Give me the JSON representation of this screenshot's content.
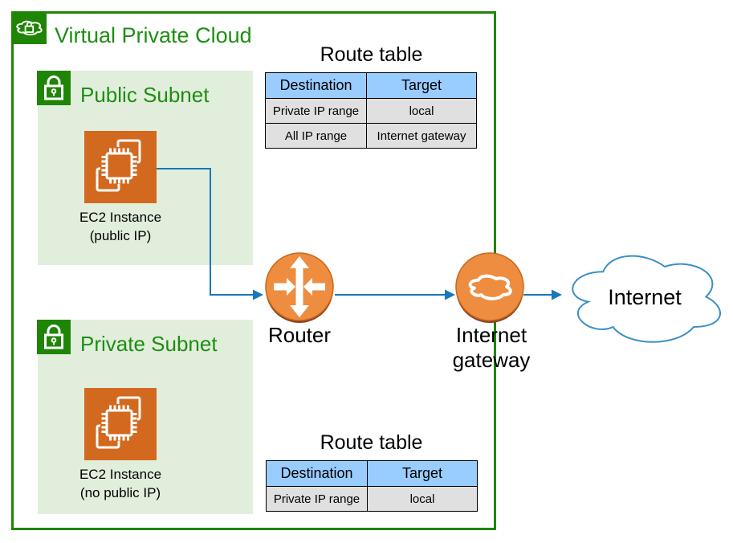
{
  "diagram": {
    "vpc_title": "Virtual Private Cloud",
    "public_subnet": {
      "title": "Public Subnet",
      "instance": {
        "line1": "EC2 Instance",
        "line2": "(public IP)"
      }
    },
    "private_subnet": {
      "title": "Private Subnet",
      "instance": {
        "line1": "EC2 Instance",
        "line2": "(no public IP)"
      }
    },
    "router_label": "Router",
    "gateway_label": {
      "line1": "Internet",
      "line2": "gateway"
    },
    "internet_label": "Internet"
  },
  "route_table_public": {
    "title": "Route table",
    "headers": [
      "Destination",
      "Target"
    ],
    "rows": [
      [
        "Private IP range",
        "local"
      ],
      [
        "All IP range",
        "Internet gateway"
      ]
    ]
  },
  "route_table_private": {
    "title": "Route table",
    "headers": [
      "Destination",
      "Target"
    ],
    "rows": [
      [
        "Private IP range",
        "local"
      ]
    ]
  },
  "icons": {
    "vpc": "cloud-lock-icon",
    "subnet": "lock-icon",
    "ec2": "chip-icon",
    "router": "router-arrows-icon",
    "internet_gateway": "cloud-icon"
  },
  "colors": {
    "green": "#1F8505",
    "green_text": "#1E8E12",
    "subnet_bg": "#E2EEDC",
    "ec2_orange": "#D2691E",
    "node_orange": "#EE8C3F",
    "node_orange_shadow": "#8A4520",
    "node_orange_border": "#C8661B",
    "connector_blue": "#1878B8",
    "cloud_stroke": "#3A8FC4",
    "table_header_bg": "#99CCFF",
    "table_row_bg": "#E0E0E0"
  }
}
